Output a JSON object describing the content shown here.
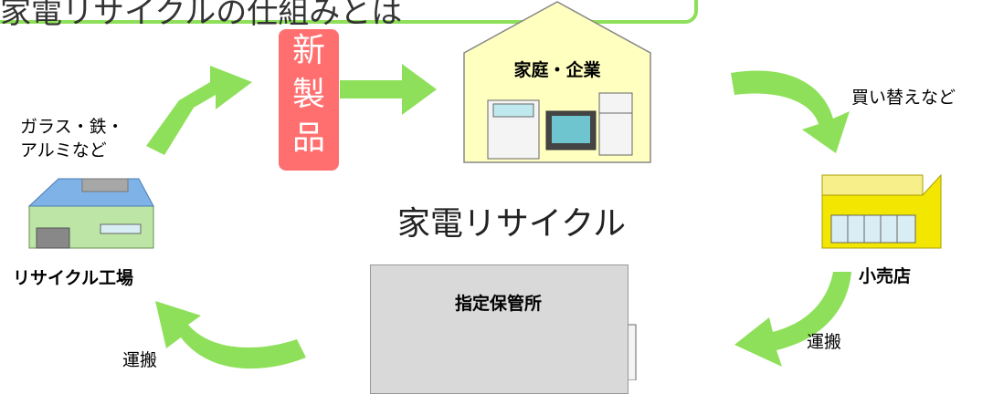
{
  "header": {
    "title": "家電リサイクルの仕組みとは"
  },
  "new_product": {
    "chars": [
      "新",
      "製",
      "品"
    ]
  },
  "house": {
    "label": "家庭・企業"
  },
  "store": {
    "label": "小売店"
  },
  "factory": {
    "label": "リサイクル工場"
  },
  "depot": {
    "label": "指定保管所"
  },
  "center": {
    "title": "家電リサイクル"
  },
  "flows": {
    "replace": "買い替えなど",
    "materials_line1": "ガラス・鉄・",
    "materials_line2": "アルミなど",
    "transport_right": "運搬",
    "transport_left": "運搬"
  },
  "colors": {
    "arrow": "#8ee05a",
    "house": "#ffffc0",
    "new_product": "#ff6f6f",
    "store": "#f3e600",
    "factory_roof": "#7fb2e6"
  }
}
